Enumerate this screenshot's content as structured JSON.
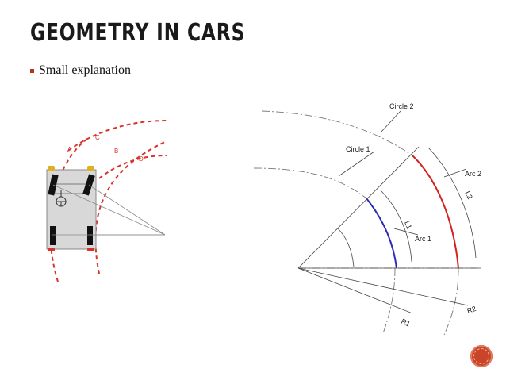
{
  "slide": {
    "title": "GEOMETRY IN CARS",
    "bullet": "Small explanation"
  },
  "car_diagram": {
    "path_labels": [
      "A",
      "C",
      "B",
      "D"
    ],
    "path_color": "#d9342b"
  },
  "arc_diagram": {
    "labels": {
      "circle1": "Circle 1",
      "circle2": "Circle 2",
      "arc1": "Arc 1",
      "arc2": "Arc 2",
      "l1": "L1",
      "l2": "L2",
      "r1": "R1",
      "r2": "R2"
    },
    "arc1_color": "#2b2bb8",
    "arc2_color": "#d62020"
  },
  "colors": {
    "accent": "#c9452a"
  }
}
